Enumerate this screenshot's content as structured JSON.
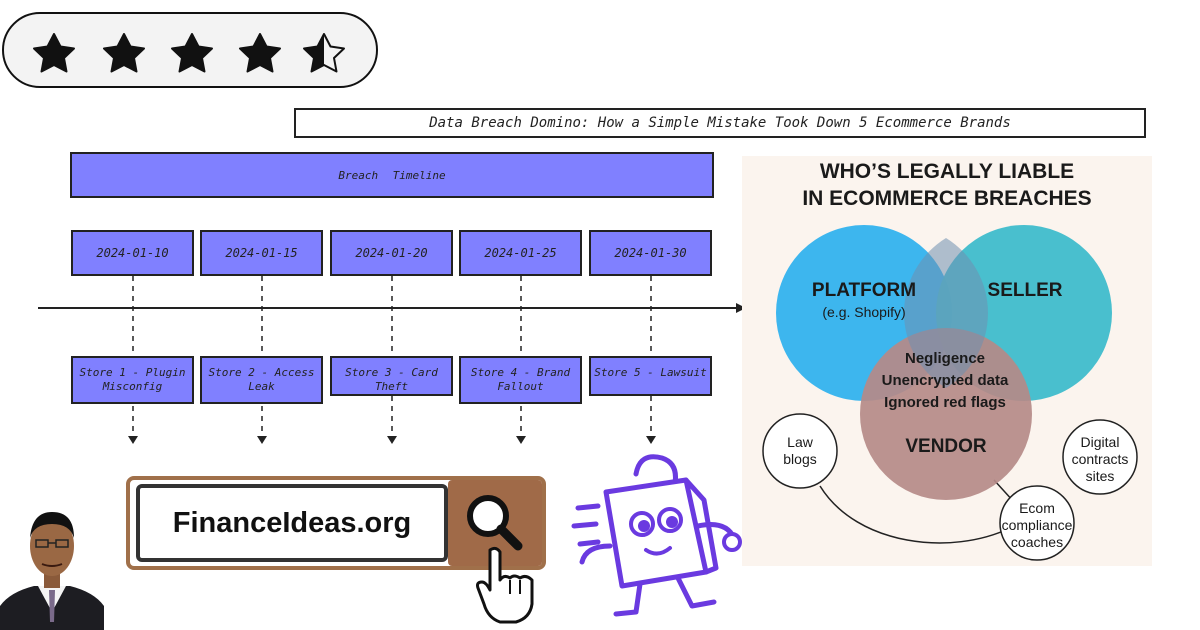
{
  "rating": {
    "value": 4.5,
    "max": 5,
    "star_color": "#111111",
    "icon": "star-icon"
  },
  "title": "Data Breach Domino: How a Simple Mistake Took Down 5 Ecommerce Brands",
  "timeline": {
    "header": "Breach Timeline",
    "box_color": "#8080ff",
    "events": [
      {
        "date": "2024-01-10",
        "line1": "Store 1 - Plugin",
        "line2": "Misconfig"
      },
      {
        "date": "2024-01-15",
        "line1": "Store 2 - Access",
        "line2": "Leak"
      },
      {
        "date": "2024-01-20",
        "line1": "Store 3 - Card",
        "line2": "Theft"
      },
      {
        "date": "2024-01-25",
        "line1": "Store 4 - Brand",
        "line2": "Fallout"
      },
      {
        "date": "2024-01-30",
        "line1": "Store 5 - Lawsuit",
        "line2": ""
      }
    ]
  },
  "venn": {
    "title_line1": "WHO’S LEGALLY LIABLE",
    "title_line2": "IN ECOMMERCE BREACHES",
    "platform": "PLATFORM",
    "platform_sub": "(e.g. Shopify)",
    "seller": "SELLER",
    "vendor": "VENDOR",
    "center_lines": [
      "Negligence",
      "Unencrypted data",
      "Ignored red flags"
    ],
    "side_circles": [
      {
        "line1": "Law",
        "line2": "blogs",
        "line3": ""
      },
      {
        "line1": "Digital",
        "line2": "contracts",
        "line3": "sites"
      },
      {
        "line1": "Ecom",
        "line2": "compliance",
        "line3": "coaches"
      }
    ],
    "colors": {
      "platform": "#3db6ee",
      "seller": "#43bdcc",
      "vendor": "#b58a88",
      "panel": "#fbf4ee"
    }
  },
  "search": {
    "text": "FinanceIdeas.org",
    "button_color": "#a06a48",
    "icon": "search-icon"
  },
  "mascot": {
    "color": "#6a3ae0",
    "icon": "shopping-bag-mascot-icon"
  }
}
